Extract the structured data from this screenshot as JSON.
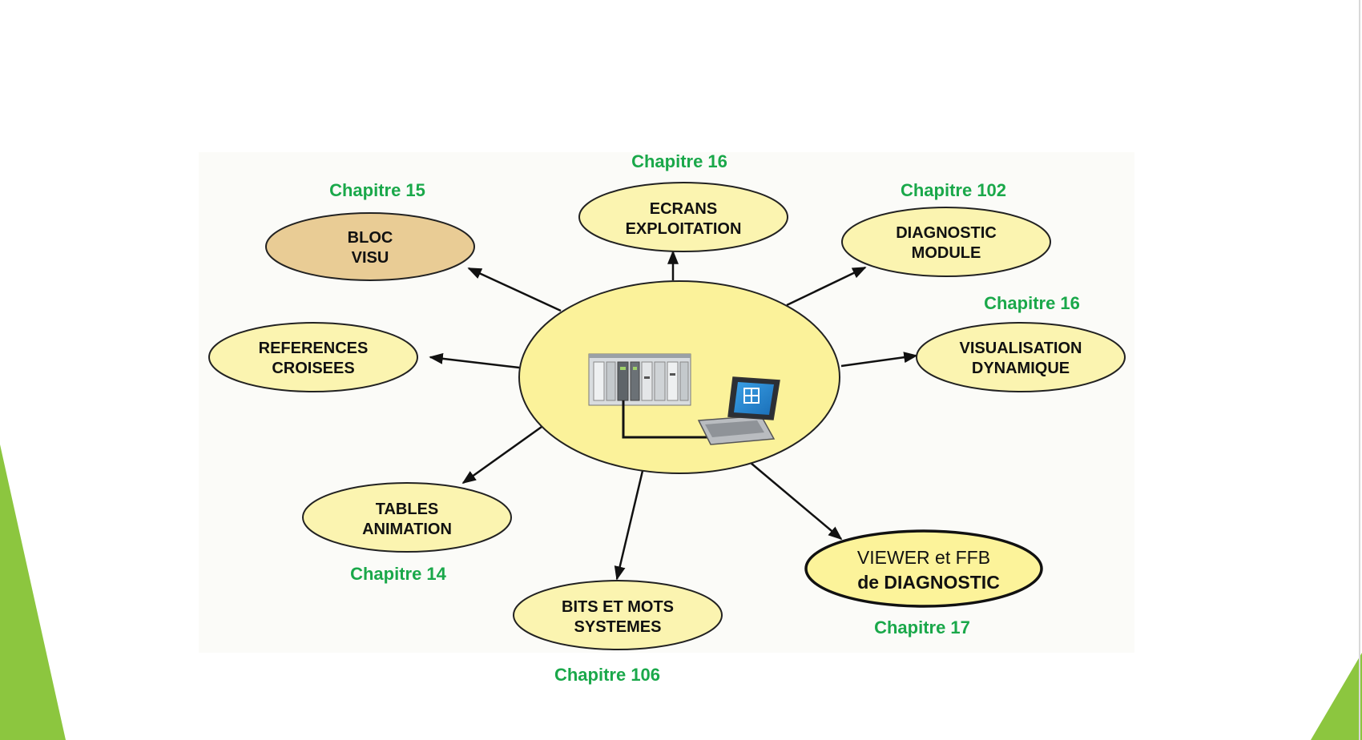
{
  "colors": {
    "accent_green": "#8cc63f",
    "chapter_green": "#1aa84a",
    "node_fill": "#fbf4b0",
    "center_fill": "#fbf29a",
    "highlight_fill": "#e9cc95",
    "viewer_fill": "#fcf39a",
    "edge": "#111111"
  },
  "center": {
    "name": "PLC and laptop",
    "icons": [
      "plc-rack-icon",
      "laptop-icon"
    ]
  },
  "nodes": [
    {
      "id": "bloc-visu",
      "line1": "BLOC",
      "line2": "VISU",
      "chapter": "Chapitre 15"
    },
    {
      "id": "ecrans-exploitation",
      "line1": "ECRANS",
      "line2": "EXPLOITATION",
      "chapter": "Chapitre 16"
    },
    {
      "id": "diagnostic-module",
      "line1": "DIAGNOSTIC",
      "line2": "MODULE",
      "chapter": "Chapitre 102"
    },
    {
      "id": "visualisation-dynamique",
      "line1": "VISUALISATION",
      "line2": "DYNAMIQUE",
      "chapter": "Chapitre 16"
    },
    {
      "id": "references-croisees",
      "line1": "REFERENCES",
      "line2": "CROISEES",
      "chapter": ""
    },
    {
      "id": "tables-animation",
      "line1": "TABLES",
      "line2": "ANIMATION",
      "chapter": "Chapitre 14"
    },
    {
      "id": "bits-et-mots-systemes",
      "line1": "BITS ET MOTS",
      "line2": "SYSTEMES",
      "chapter": "Chapitre 106"
    },
    {
      "id": "viewer-ffb-diagnostic",
      "line1": "VIEWER et FFB",
      "line2": "de DIAGNOSTIC",
      "chapter": "Chapitre 17"
    }
  ]
}
